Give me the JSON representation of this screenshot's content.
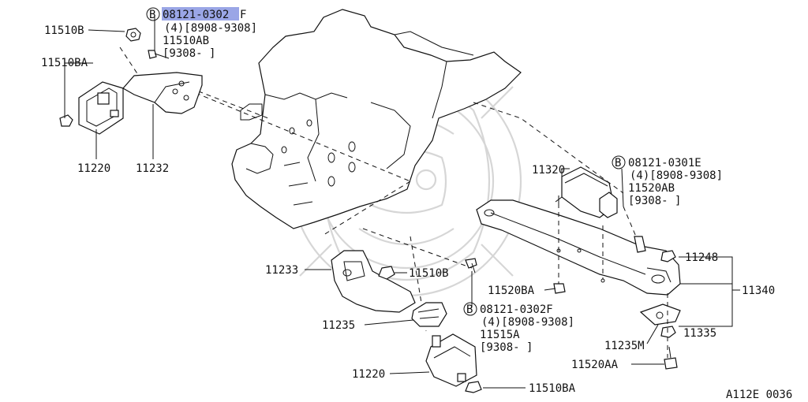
{
  "diagram": {
    "callouts": {
      "bolt_top_left": {
        "symbol": "B",
        "part_no_highlight": "08121-0302",
        "part_no_suffix": "F",
        "line2": "(4)[8908-9308]",
        "line3": "11510AB",
        "line4": "[9308-     ]"
      },
      "bolt_right": {
        "symbol": "B",
        "part_no": "08121-0301E",
        "line2": "(4)[8908-9308]",
        "line3": "11520AB",
        "line4": "[9308-     ]"
      },
      "bolt_bottom": {
        "symbol": "B",
        "part_no": "08121-0302F",
        "line2": "(4)[8908-9308]",
        "line3": "11515A",
        "line4": "[9308-     ]"
      }
    },
    "labels": {
      "p11510B_top": "11510B",
      "p11510BA_left": "11510BA",
      "p11220_left": "11220",
      "p11232": "11232",
      "p11320": "11320",
      "p11248": "11248",
      "p11340": "11340",
      "p11233": "11233",
      "p11510B_mid": "11510B",
      "p11520BA": "11520BA",
      "p11235": "11235",
      "p11235M": "11235M",
      "p11335": "11335",
      "p11520AA": "11520AA",
      "p11220_bottom": "11220",
      "p11510BA_bottom": "11510BA"
    },
    "figure_code": "A112E 0036"
  }
}
